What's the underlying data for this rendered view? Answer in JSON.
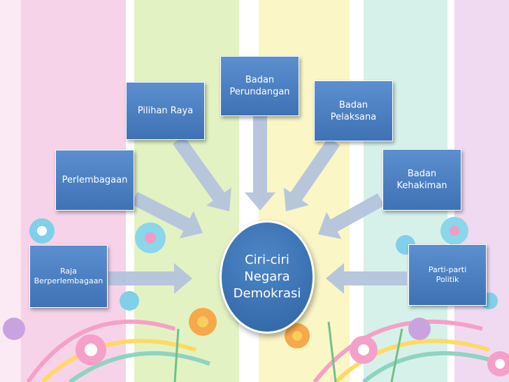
{
  "center": {
    "label": "Ciri-ciri\nNegara\nDemokrasi"
  },
  "nodes": [
    {
      "id": "raja-berperlembagaan",
      "label": "Raja\nBerperlembagaan"
    },
    {
      "id": "perlembagaan",
      "label": "Perlembagaan"
    },
    {
      "id": "pilihan-raya",
      "label": "Pilihan Raya"
    },
    {
      "id": "badan-perundangan",
      "label": "Badan\nPerundangan"
    },
    {
      "id": "badan-pelaksana",
      "label": "Badan\nPelaksana"
    },
    {
      "id": "badan-kehakiman",
      "label": "Badan\nKehakiman"
    },
    {
      "id": "parti-parti-politik",
      "label": "Parti-parti\nPolitik"
    }
  ],
  "colors": {
    "box": "#4a7fc1",
    "arrow": "#b4c3dc",
    "stripes": [
      "#f6d6ea",
      "#e6f3c6",
      "#fbf6c8",
      "#d8f2ec",
      "#f1dcf2",
      "#fde0ea"
    ]
  }
}
